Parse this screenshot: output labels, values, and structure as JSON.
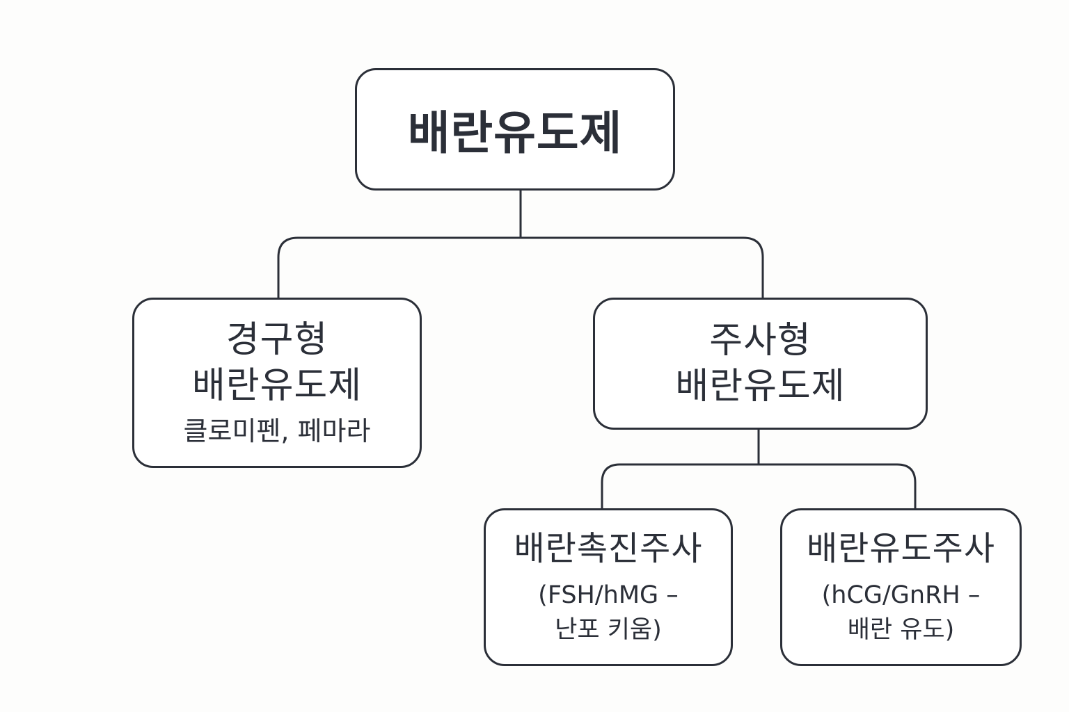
{
  "diagram": {
    "root": {
      "label": "배란유도제"
    },
    "oral": {
      "line1": "경구형",
      "line2": "배란유도제",
      "examples": "클로미펜, 페마라"
    },
    "injection": {
      "line1": "주사형",
      "line2": "배란유도제"
    },
    "promote": {
      "title": "배란촉진주사",
      "detail1": "(FSH/hMG –",
      "detail2": "난포 키움)"
    },
    "induce": {
      "title": "배란유도주사",
      "detail1": "(hCG/GnRH –",
      "detail2": "배란 유도)"
    }
  }
}
